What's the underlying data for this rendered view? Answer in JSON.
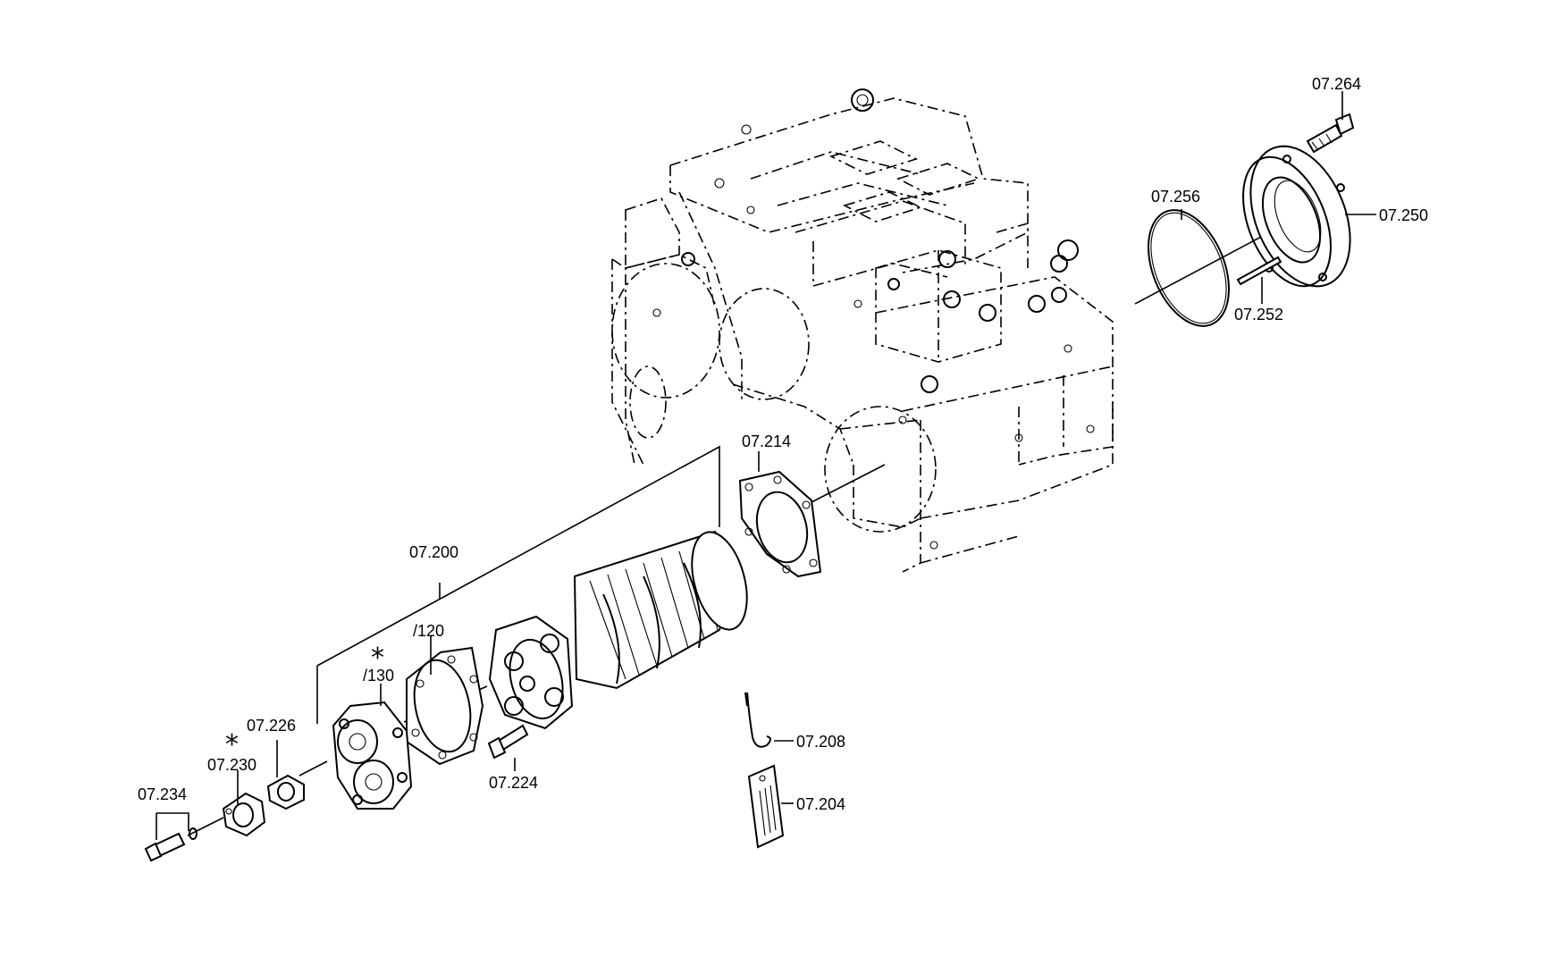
{
  "labels": {
    "p07_264": "07.264",
    "p07_256": "07.256",
    "p07_250": "07.250",
    "p07_252": "07.252",
    "p07_214": "07.214",
    "p07_200": "07.200",
    "p120": "/120",
    "p130": "/130",
    "p07_226": "07.226",
    "p07_230": "07.230",
    "p07_234": "07.234",
    "p07_224": "07.224",
    "p07_208": "07.208",
    "p07_204": "07.204"
  },
  "markers": {
    "asterisk_130": "*",
    "asterisk_230": "*"
  }
}
